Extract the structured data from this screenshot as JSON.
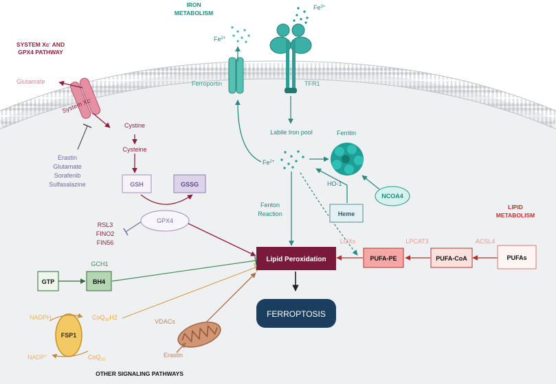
{
  "sections": {
    "system_xc_line1": "SYSTEM Xc",
    "system_xc_sup": "-",
    "system_xc_line1_tail": " AND",
    "system_xc_line2": "GPX4 PATHWAY",
    "iron_line1": "IRON",
    "iron_line2": "METABOLISM",
    "lipid_line1": "LIPID",
    "lipid_line2": "METABOLISM",
    "other": "OTHER SIGNALING PATHWAYS"
  },
  "xc_pathway": {
    "glutamate": "Glutamate",
    "system_xc": "System Xc",
    "system_xc_sup": "-",
    "cystine": "Cystine",
    "cysteine": "Cysteine",
    "gsh": "GSH",
    "gssg": "GSSG",
    "gpx4": "GPX4",
    "inhibitors": [
      "Erastin",
      "Glutamate",
      "Sorafenib",
      "Sulfasalazine"
    ],
    "gpx4_inhibitors": [
      "RSL3",
      "FINO2",
      "FIN56"
    ]
  },
  "iron": {
    "fe2_out": "Fe",
    "fe2_out_sup": "2+",
    "fe3": "Fe",
    "fe3_sup": "3+",
    "ferroportin": "Ferroportin",
    "tfr1": "TFR1",
    "labile_pool": "Labile Iron pool",
    "fe2_in": "Fe",
    "fe2_in_sup": "2+",
    "ferritin": "Ferritin",
    "ho1": "HO-1",
    "heme": "Heme",
    "ncoa4": "NCOA4",
    "fenton_line1": "Fenton",
    "fenton_line2": "Reaction"
  },
  "lipid": {
    "loxs": "LOXs",
    "lpcat3": "LPCAT3",
    "acsl4": "ACSL4",
    "pufa_pe": "PUFA-PE",
    "pufa_coa": "PUFA-CoA",
    "pufas": "PUFAs",
    "lipid_peroxidation": "Lipid Peroxidation",
    "ferroptosis": "FERROPTOSIS"
  },
  "other": {
    "gch1": "GCH1",
    "gtp": "GTP",
    "bh4": "BH4",
    "nadph": "NADPH",
    "nadp": "NADP",
    "nadp_sup": "+",
    "fsp1": "FSP1",
    "coq10h2": "CoQ",
    "coq10h2_sub": "10",
    "coq10h2_tail": "H2",
    "coq10": "CoQ",
    "coq10_sub": "10",
    "vdacs": "VDACs",
    "erastin": "Erastin"
  },
  "colors": {
    "membrane": "#d4d7da",
    "cell": "#eef0f1",
    "teal": "#2a9a8e",
    "crimson": "#8e1f3c",
    "lavender": "#7a6ca8",
    "lipid_red": "#c83a3a",
    "salmon": "#e59a8e",
    "green": "#3e8a55",
    "orange": "#d99a3a",
    "navy": "#1f4a6e",
    "brown": "#b07a55"
  }
}
